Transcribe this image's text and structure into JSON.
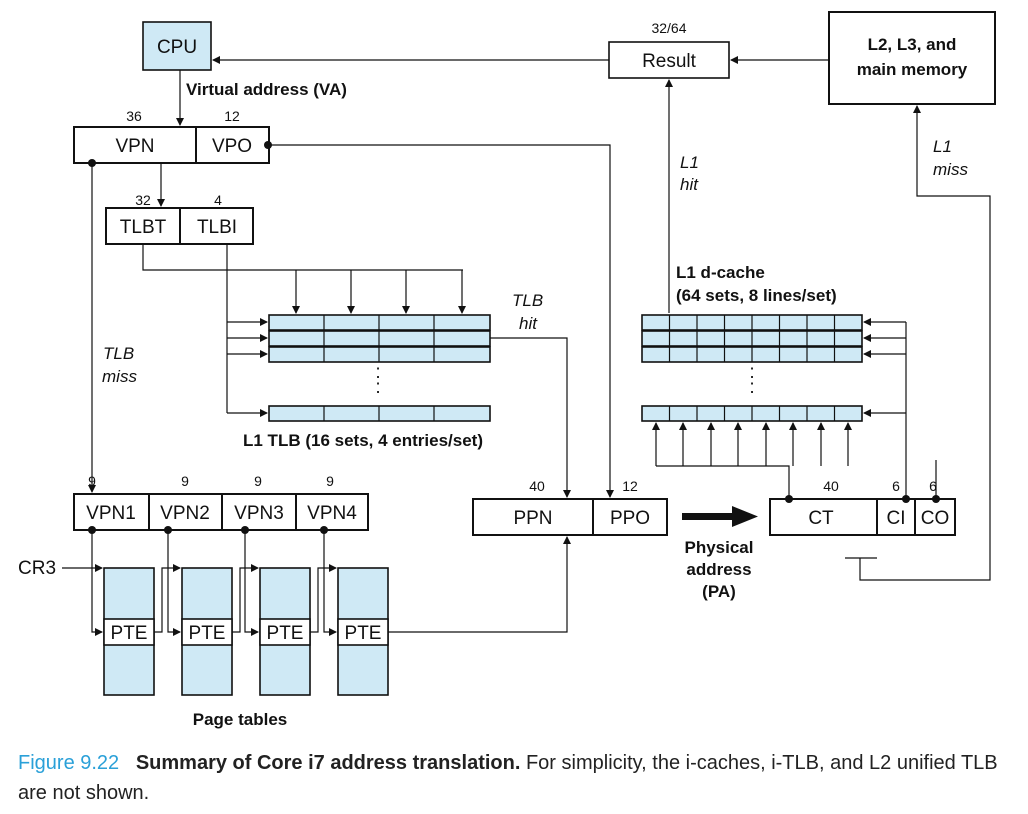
{
  "labels": {
    "cpu": "CPU",
    "virtual_address": "Virtual address (VA)",
    "vpn": "VPN",
    "vpo": "VPO",
    "vpn_bits": "36",
    "vpo_bits": "12",
    "tlbt": "TLBT",
    "tlbi": "TLBI",
    "tlbt_bits": "32",
    "tlbi_bits": "4",
    "tlb_miss_1": "TLB",
    "tlb_miss_2": "miss",
    "tlb_hit_1": "TLB",
    "tlb_hit_2": "hit",
    "l1_tlb": "L1 TLB (16 sets, 4 entries/set)",
    "vpn1": "VPN1",
    "vpn2": "VPN2",
    "vpn3": "VPN3",
    "vpn4": "VPN4",
    "vpn_n_bits": "9",
    "cr3": "CR3",
    "pte": "PTE",
    "page_tables": "Page tables",
    "ppn": "PPN",
    "ppo": "PPO",
    "ppn_bits": "40",
    "ppo_bits": "12",
    "physical_address_1": "Physical",
    "physical_address_2": "address",
    "physical_address_3": "(PA)",
    "ct": "CT",
    "ci": "CI",
    "co": "CO",
    "ct_bits": "40",
    "ci_bits": "6",
    "co_bits": "6",
    "result": "Result",
    "result_bits": "32/64",
    "memory_1": "L2, L3, and",
    "memory_2": "main memory",
    "l1_hit_1": "L1",
    "l1_hit_2": "hit",
    "l1_miss_1": "L1",
    "l1_miss_2": "miss",
    "dcache_1": "L1 d-cache",
    "dcache_2": "(64 sets, 8 lines/set)",
    "dots": ":"
  },
  "caption": {
    "number": "Figure 9.22",
    "title": "Summary of Core i7 address translation.",
    "text": " For simplicity, the i-caches, i-TLB, and L2 unified TLB are not shown."
  },
  "colors": {
    "cell_fill": "#cfe9f5",
    "figure_number": "#2aa0d8"
  }
}
